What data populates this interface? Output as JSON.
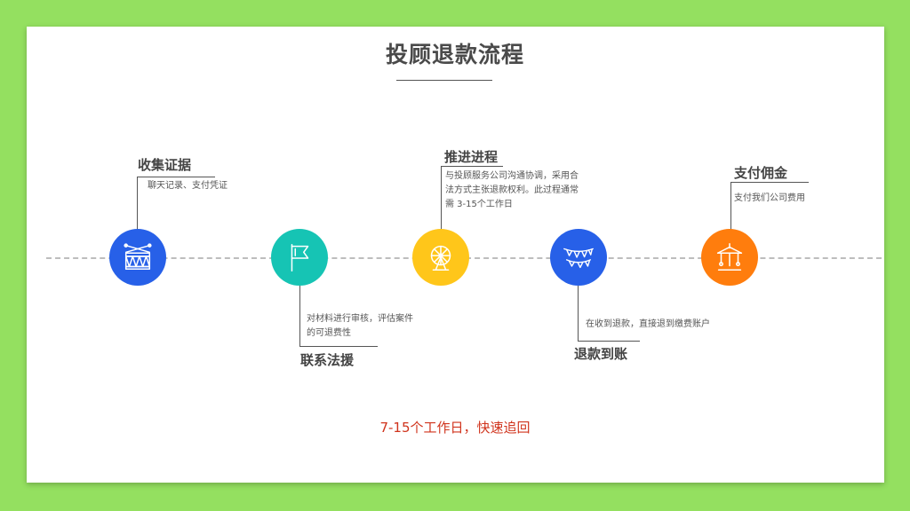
{
  "title": "投顾退款流程",
  "steps": [
    {
      "title": "收集证据",
      "desc": "聊天记录、支付凭证",
      "color": "#2760e8",
      "icon": "drum-icon"
    },
    {
      "title": "联系法援",
      "desc": "对材料进行审核，评估案件的可退费性",
      "color": "#16c4b4",
      "icon": "flag-icon"
    },
    {
      "title": "推进进程",
      "desc": "与投顾服务公司沟通协调，采用合法方式主张退款权利。此过程通常需 3-15个工作日",
      "color": "#ffc61a",
      "icon": "ferris-wheel-icon"
    },
    {
      "title": "退款到账",
      "desc": "在收到退款，直接退到缴费账户",
      "color": "#2760e8",
      "icon": "bunting-icon"
    },
    {
      "title": "支付佣金",
      "desc": "支付我们公司费用",
      "color": "#ff7d0d",
      "icon": "carousel-icon"
    }
  ],
  "footer": "7-15个工作日，快速追回"
}
